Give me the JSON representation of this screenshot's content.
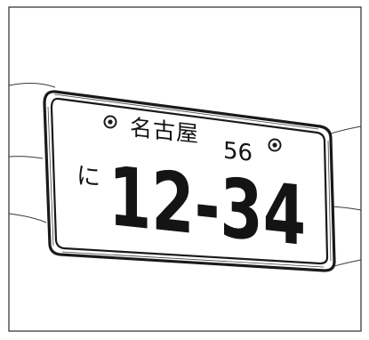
{
  "plate": {
    "region": "名古屋",
    "class_number": "56",
    "kana": "に",
    "serial": "12-34"
  },
  "colors": {
    "ink": "#141414",
    "paper": "#ffffff"
  }
}
